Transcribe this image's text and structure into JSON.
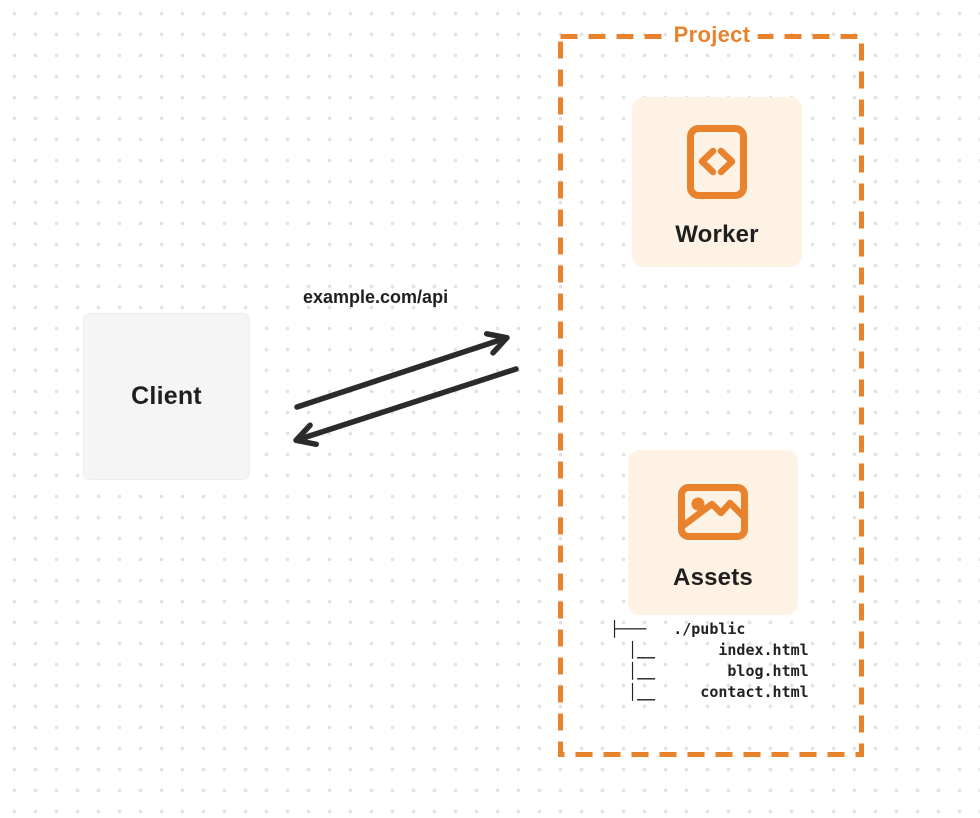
{
  "colors": {
    "accent_orange": "#e8822c",
    "card_bg": "#fdf2e4",
    "arrow": "#2b2b2b",
    "client_bg": "#f5f5f6",
    "dot_grid": "#e3e3e4"
  },
  "client": {
    "label": "Client"
  },
  "request": {
    "label": "example.com/api"
  },
  "project": {
    "label": "Project",
    "worker": {
      "label": "Worker",
      "icon": "code-file-icon"
    },
    "assets": {
      "label": "Assets",
      "icon": "image-icon",
      "file_tree": {
        "root": "./public",
        "files": [
          "index.html",
          "blog.html",
          "contact.html"
        ],
        "ascii": "├───   ./public\n  │__       index.html\n  │__        blog.html\n  │__     contact.html"
      }
    }
  }
}
